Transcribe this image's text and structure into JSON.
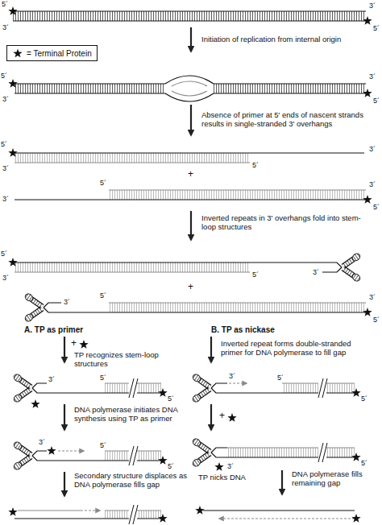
{
  "diagram": {
    "labels": [
      "5´",
      "3´",
      "3´",
      "5´",
      "Initiation of replication from internal origin",
      "5´",
      "3´",
      "3´",
      "5´",
      "Absence of primer at 5' ends of nascent strands results in single-stranded 3' overhangs",
      "5´",
      "3´",
      "3´",
      "5´",
      "+",
      "5´",
      "3´",
      "3´",
      "5´",
      "Inverted repeats in 3' overhangs fold into stem-loop structures",
      "5´",
      "3´",
      "5´",
      "3´",
      "+",
      "3´",
      "5´",
      "3´",
      "5´",
      "A. TP as primer",
      "B. TP as nickase",
      "+",
      "TP recognizes stem-loop structures",
      "3´",
      "5´",
      "5´",
      "DNA polymerase initiates DNA synthesis using TP as primer",
      "3´",
      "5´",
      "5´",
      "Secondary structure displaces as DNA polymerase fills gap",
      "Inverted repeat forms double-stranded primer for DNA polymerase to fill gap",
      "3´",
      "5´",
      "5´",
      "+",
      "3´",
      "TP nicks DNA",
      "5´",
      "DNA polymerase fills remaining gap"
    ],
    "legend": [
      {
        "text": "= Terminal Protein"
      }
    ]
  }
}
